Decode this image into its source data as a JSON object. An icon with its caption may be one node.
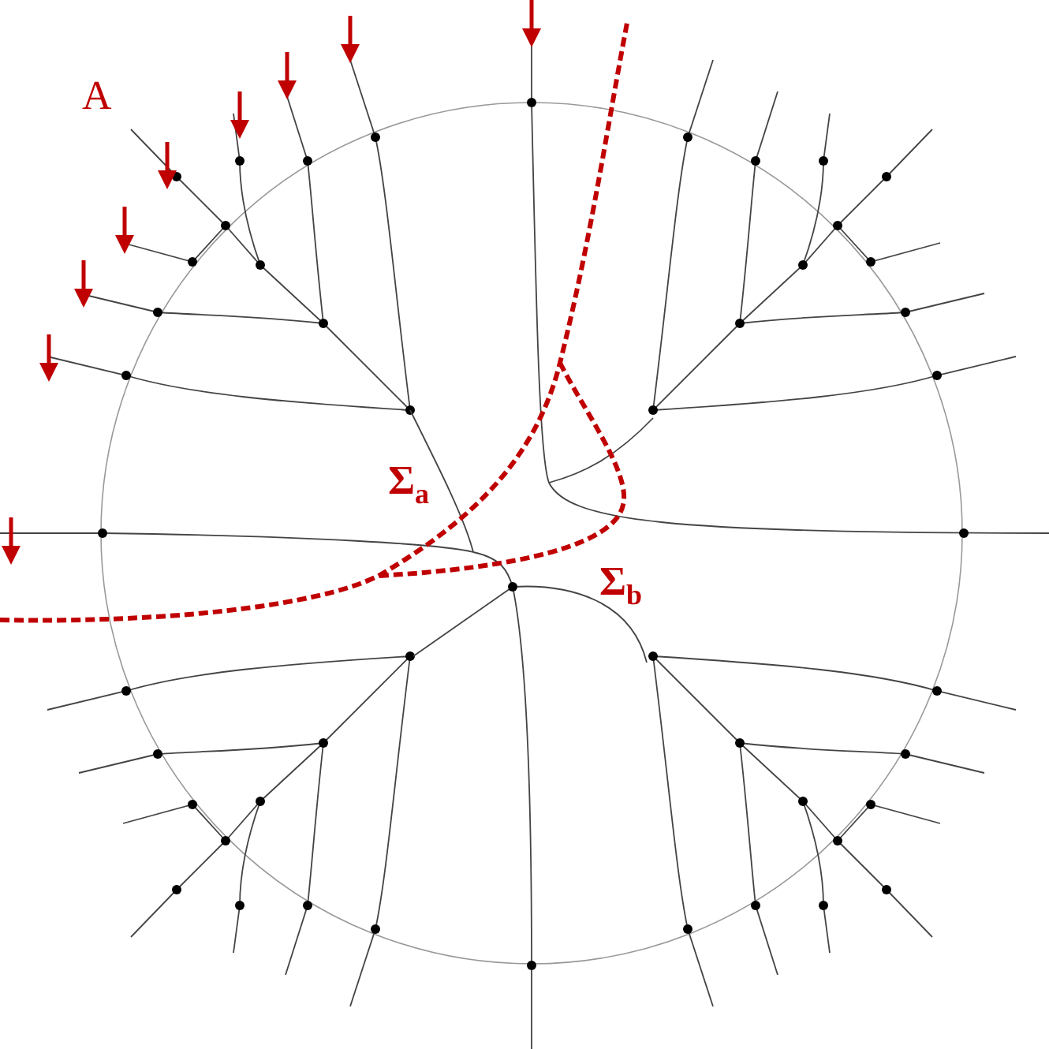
{
  "diagram": {
    "labels": [
      "A",
      "Σ$_{a}$",
      "Σ$_{b}$"
    ]
  }
}
